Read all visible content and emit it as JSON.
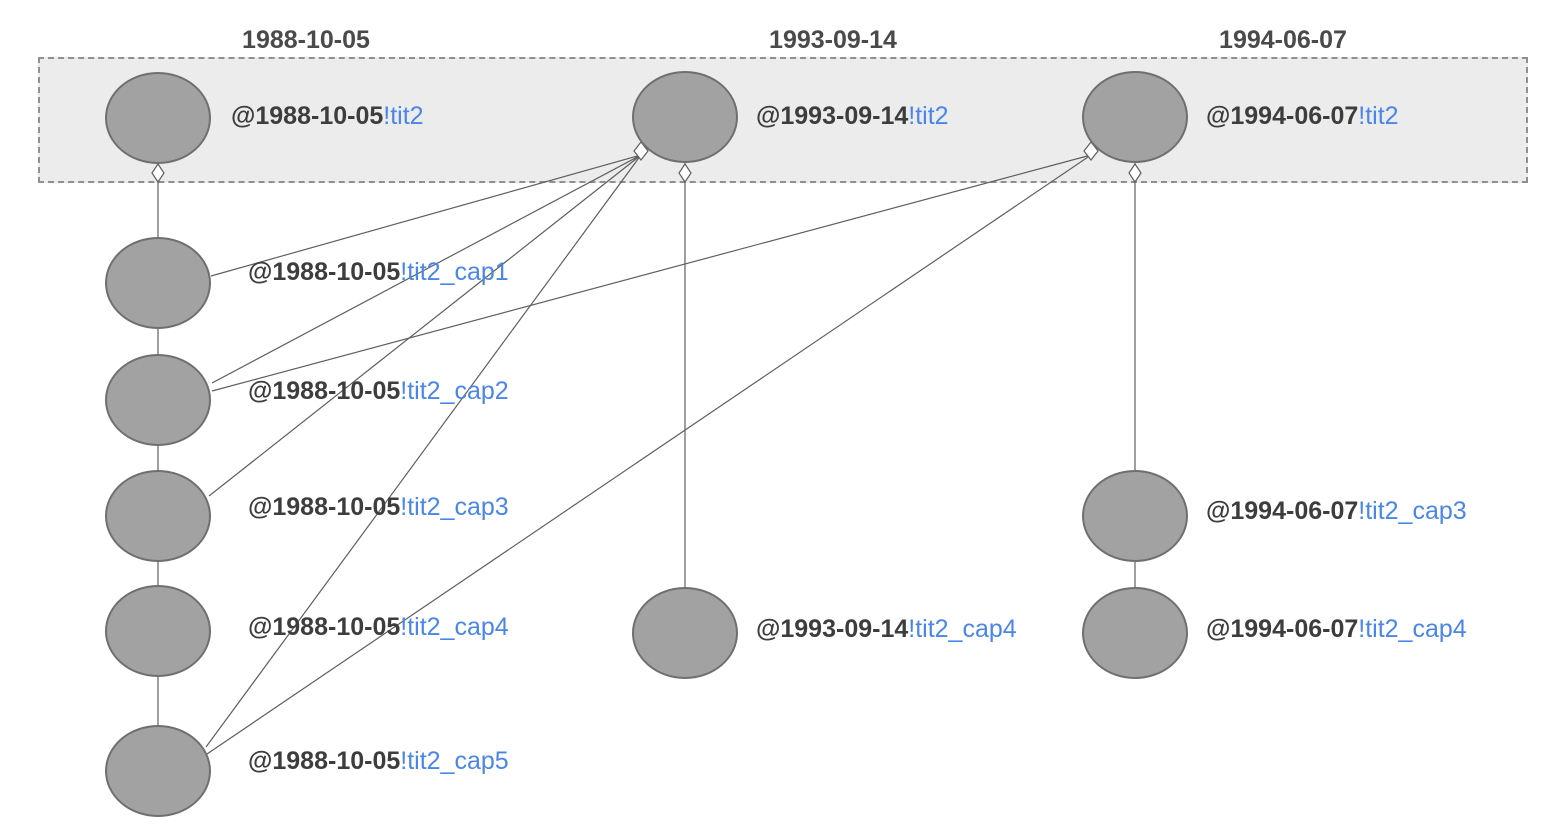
{
  "diagram": {
    "headers": [
      {
        "label": "1988-10-05"
      },
      {
        "label": "1993-09-14"
      },
      {
        "label": "1994-06-07"
      }
    ],
    "nodes": [
      {
        "id": "tit2-1988",
        "prefix": "@1988-10-05",
        "suffix": "!tit2"
      },
      {
        "id": "tit2-1993",
        "prefix": "@1993-09-14",
        "suffix": "!tit2"
      },
      {
        "id": "tit2-1994",
        "prefix": "@1994-06-07",
        "suffix": "!tit2"
      },
      {
        "id": "cap1-1988",
        "prefix": "@1988-10-05",
        "suffix": "!tit2_cap1"
      },
      {
        "id": "cap2-1988",
        "prefix": "@1988-10-05",
        "suffix": "!tit2_cap2"
      },
      {
        "id": "cap3-1988",
        "prefix": "@1988-10-05",
        "suffix": "!tit2_cap3"
      },
      {
        "id": "cap4-1988",
        "prefix": "@1988-10-05",
        "suffix": "!tit2_cap4"
      },
      {
        "id": "cap5-1988",
        "prefix": "@1988-10-05",
        "suffix": "!tit2_cap5"
      },
      {
        "id": "cap4-1993",
        "prefix": "@1993-09-14",
        "suffix": "!tit2_cap4"
      },
      {
        "id": "cap3-1994",
        "prefix": "@1994-06-07",
        "suffix": "!tit2_cap3"
      },
      {
        "id": "cap4-1994",
        "prefix": "@1994-06-07",
        "suffix": "!tit2_cap4"
      }
    ],
    "colors": {
      "node_fill": "#a2a2a2",
      "node_border": "#6f6f6f",
      "edge": "#5f5f5f",
      "label_dark": "#3d3d3d",
      "label_link": "#4a86e8",
      "band_fill": "#ececec",
      "band_border": "#909090",
      "header_text": "#4a4a4a"
    }
  }
}
